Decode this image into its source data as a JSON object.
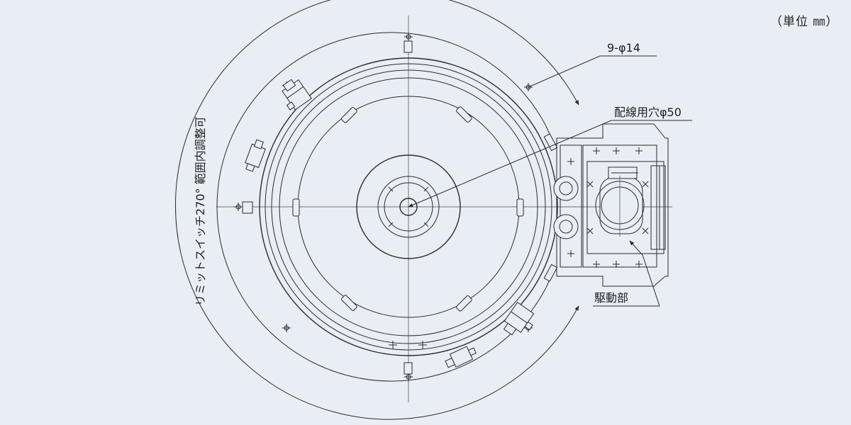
{
  "unit_label": "（単位 ㎜）",
  "labels": {
    "bolt_holes": "9-φ14",
    "wiring_hole": "配線用穴φ50",
    "drive_unit": "駆動部",
    "limit_switch": "リミットスイッチ270° 範囲内調整可"
  },
  "colors": {
    "background": "#e9eef4",
    "line": "#2b2b2b"
  }
}
